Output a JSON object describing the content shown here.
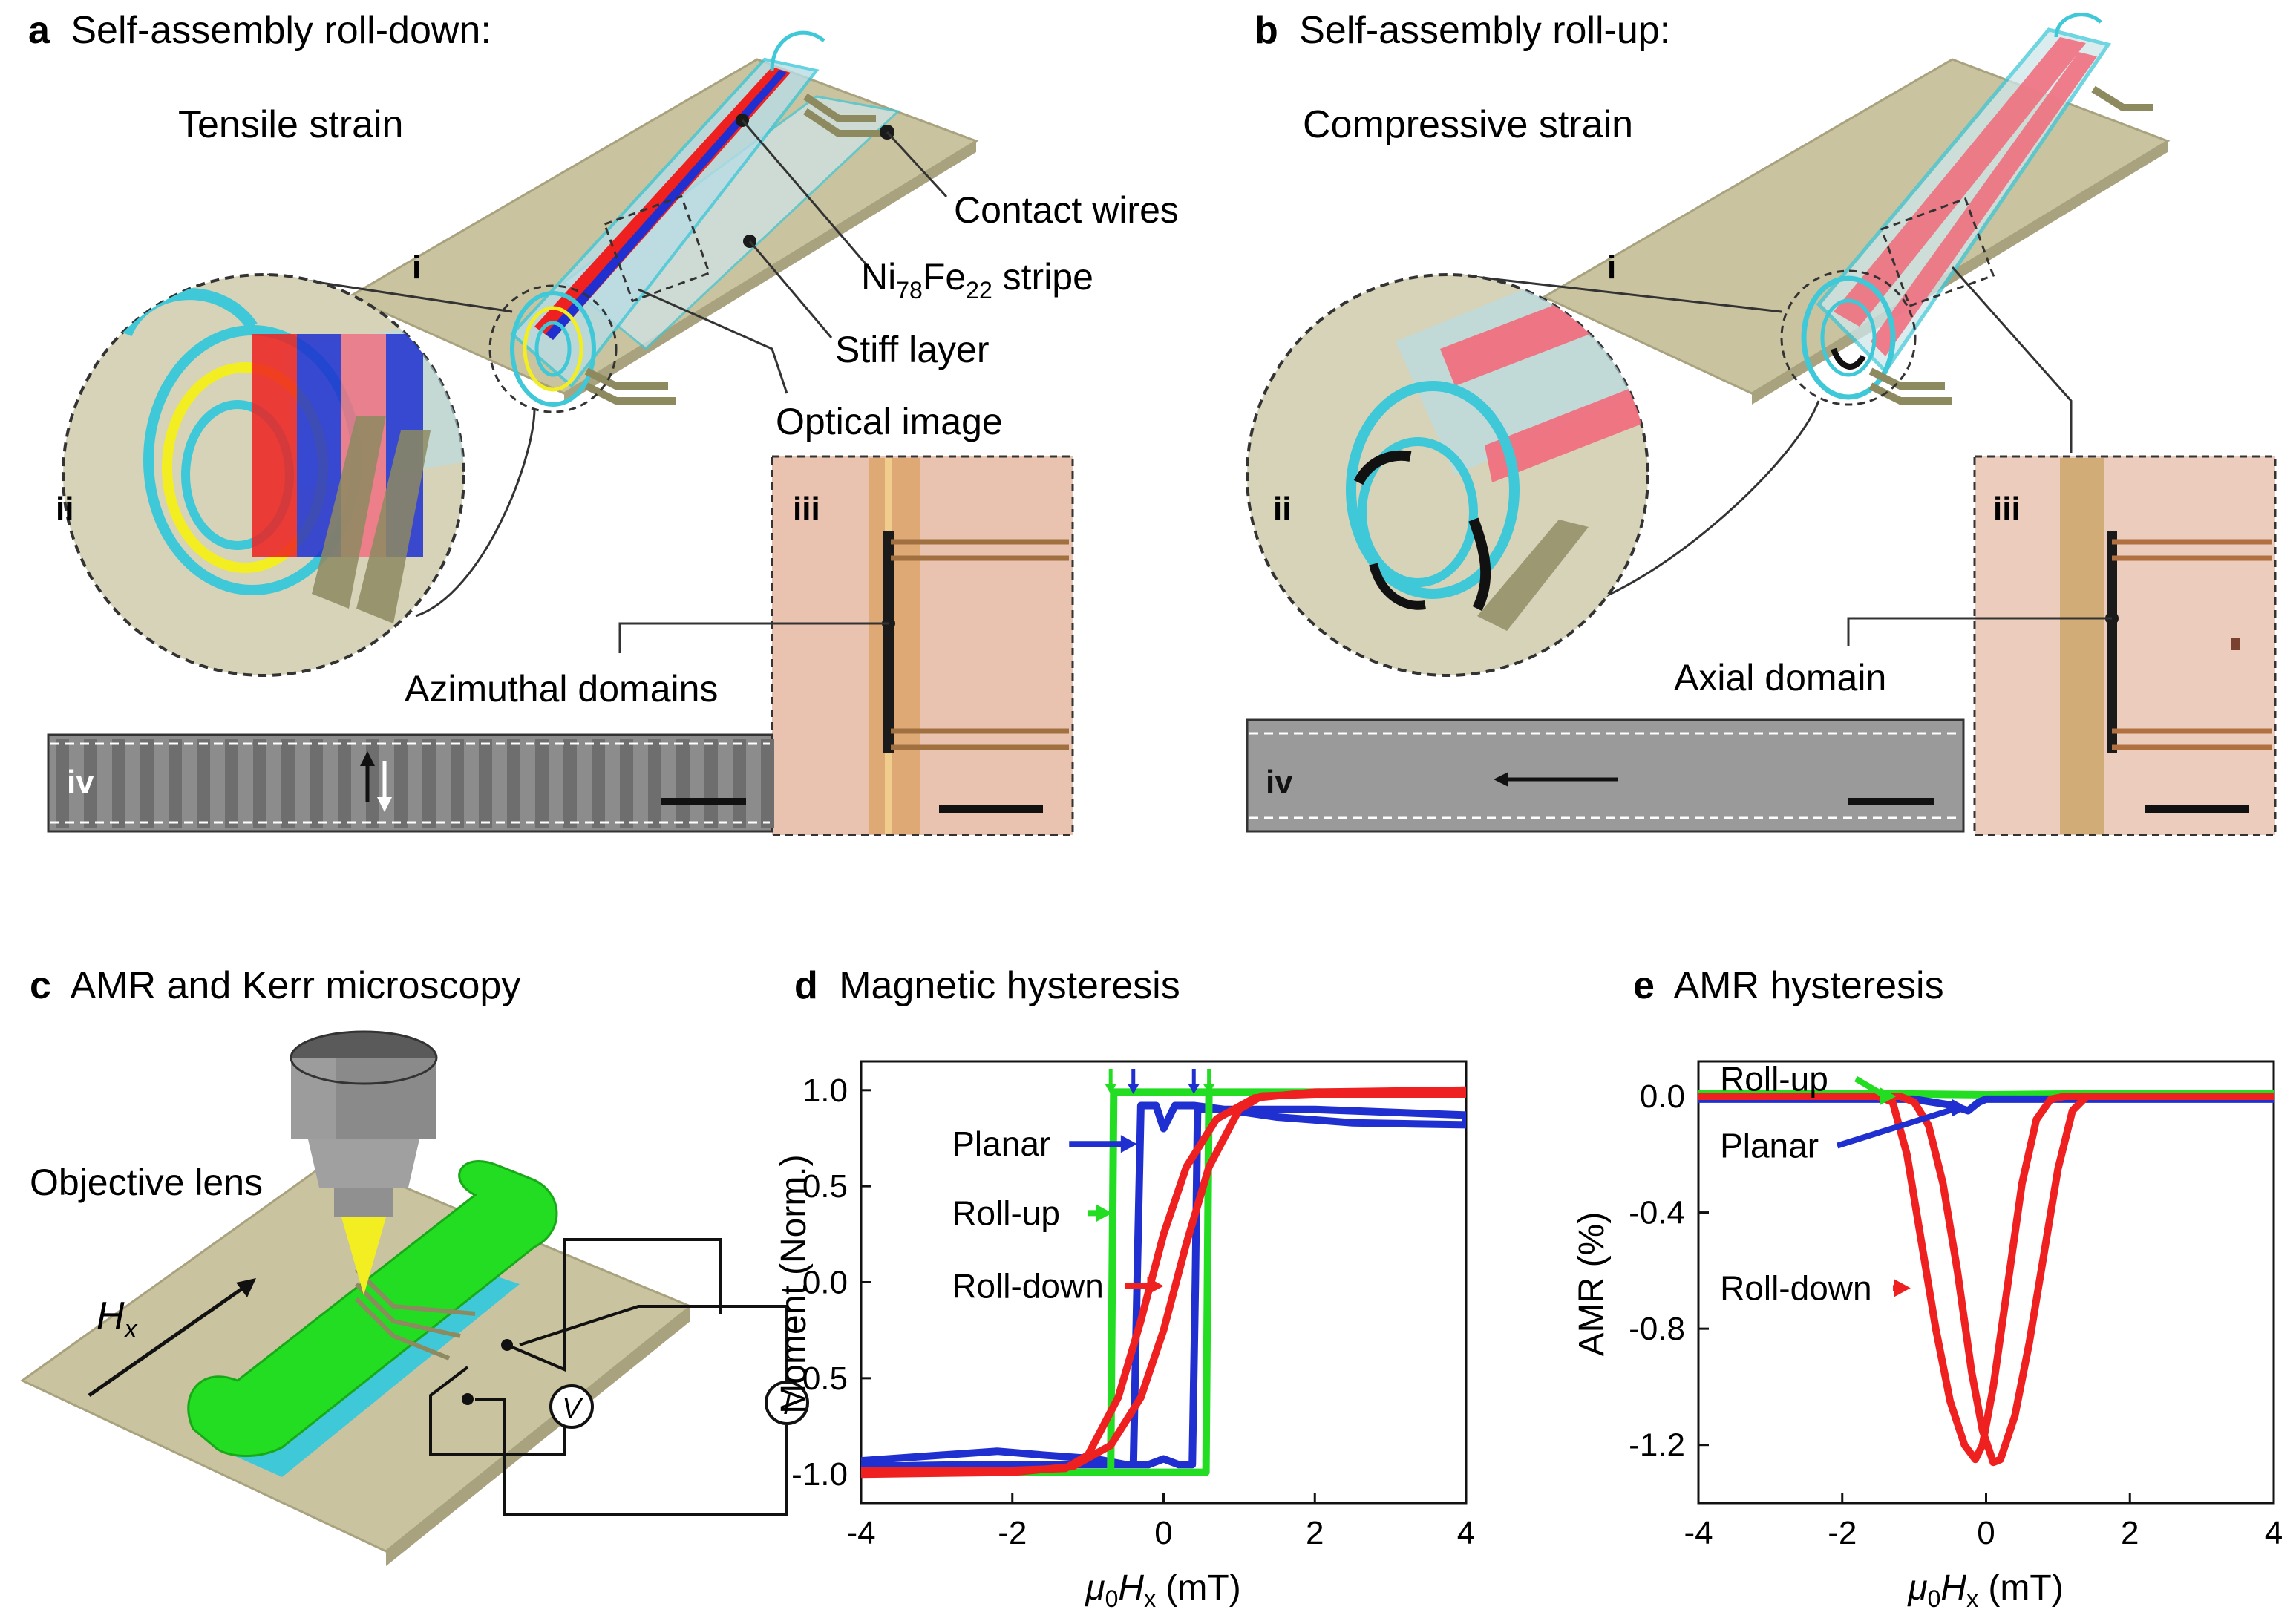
{
  "panel_a": {
    "letter": "a",
    "title_line1": "Self-assembly roll-down:",
    "title_line2": "Tensile strain",
    "sub_i": "i",
    "sub_ii": "ii",
    "sub_iii": "iii",
    "sub_iv": "iv",
    "label_contact": "Contact wires",
    "label_stripe_base": "Ni",
    "label_stripe_sub1": "78",
    "label_stripe_mid": "Fe",
    "label_stripe_sub2": "22",
    "label_stripe_tail": " stripe",
    "label_stiff": "Stiff layer",
    "label_optical": "Optical image",
    "label_domains": "Azimuthal domains"
  },
  "panel_b": {
    "letter": "b",
    "title_line1": "Self-assembly roll-up:",
    "title_line2": "Compressive strain",
    "sub_i": "i",
    "sub_ii": "ii",
    "sub_iii": "iii",
    "sub_iv": "iv",
    "label_domain": "Axial domain"
  },
  "panel_c": {
    "letter": "c",
    "title": "AMR and Kerr microscopy",
    "label_lens": "Objective lens",
    "label_field_main": "H",
    "label_field_sub": "x",
    "label_v": "V",
    "label_i": "I"
  },
  "colors": {
    "substrate": "#c9c3a0",
    "cyan": "#3ec8d8",
    "red": "#ee2020",
    "blue": "#1f2fd0",
    "green": "#22dd22",
    "pink": "#f07080",
    "yellow": "#f2ee22",
    "optical_bg": "#e9c3b0"
  },
  "chart_data": [
    {
      "panel": "d",
      "type": "line",
      "title": "Magnetic hysteresis",
      "xlabel_mu": "μ",
      "xlabel_sub0": "0",
      "xlabel_H": "H",
      "xlabel_subx": "x",
      "xlabel_unit": " (mT)",
      "ylabel": "Moment (Norm.)",
      "xlim": [
        -4,
        4
      ],
      "ylim": [
        -1.15,
        1.15
      ],
      "xticks": [
        -4,
        -2,
        0,
        2,
        4
      ],
      "yticks": [
        1.0,
        0.5,
        0.0,
        -0.5,
        -1.0
      ],
      "ytick_labels": [
        "1.0",
        "0.5",
        "0.0",
        "-0.5",
        "-1.0"
      ],
      "xtick_labels": [
        "-4",
        "-2",
        "0",
        "2",
        "4"
      ],
      "series": [
        {
          "name": "Planar",
          "color": "#1f2fd0",
          "points": [
            [
              -4,
              -0.93
            ],
            [
              -2.2,
              -0.88
            ],
            [
              -1.6,
              -0.9
            ],
            [
              -0.9,
              -0.92
            ],
            [
              -0.5,
              -0.95
            ],
            [
              -0.4,
              -0.95
            ],
            [
              -0.35,
              0.0
            ],
            [
              -0.3,
              0.92
            ],
            [
              -0.1,
              0.92
            ],
            [
              0.0,
              0.8
            ],
            [
              0.15,
              0.92
            ],
            [
              0.4,
              0.92
            ],
            [
              0.8,
              0.9
            ],
            [
              1.5,
              0.86
            ],
            [
              2.5,
              0.83
            ],
            [
              4,
              0.82
            ],
            [
              4,
              0.87
            ],
            [
              2,
              0.9
            ],
            [
              0.6,
              0.9
            ],
            [
              0.45,
              0.9
            ],
            [
              0.42,
              0.0
            ],
            [
              0.38,
              -0.95
            ],
            [
              0.2,
              -0.95
            ],
            [
              0.0,
              -0.92
            ],
            [
              -0.2,
              -0.95
            ],
            [
              -1,
              -0.95
            ],
            [
              -2.5,
              -0.95
            ],
            [
              -4,
              -0.96
            ]
          ]
        },
        {
          "name": "Roll-up",
          "color": "#22dd22",
          "points": [
            [
              -4,
              -0.99
            ],
            [
              -1,
              -0.99
            ],
            [
              -0.7,
              -0.99
            ],
            [
              -0.68,
              0.0
            ],
            [
              -0.66,
              0.99
            ],
            [
              0.2,
              0.99
            ],
            [
              0.55,
              0.99
            ],
            [
              1,
              0.99
            ],
            [
              4,
              0.99
            ],
            [
              0.6,
              0.99
            ],
            [
              0.58,
              0.0
            ],
            [
              0.56,
              -0.99
            ],
            [
              -0.5,
              -0.99
            ],
            [
              -4,
              -0.99
            ]
          ]
        },
        {
          "name": "Roll-down",
          "color": "#ee2020",
          "points": [
            [
              -4,
              -0.98
            ],
            [
              -2,
              -0.98
            ],
            [
              -1.3,
              -0.97
            ],
            [
              -1.0,
              -0.9
            ],
            [
              -0.6,
              -0.6
            ],
            [
              -0.3,
              -0.2
            ],
            [
              0.0,
              0.25
            ],
            [
              0.3,
              0.6
            ],
            [
              0.7,
              0.85
            ],
            [
              1.2,
              0.96
            ],
            [
              2,
              0.99
            ],
            [
              4,
              1.0
            ],
            [
              4,
              0.98
            ],
            [
              2,
              0.98
            ],
            [
              1.3,
              0.97
            ],
            [
              1.0,
              0.9
            ],
            [
              0.6,
              0.6
            ],
            [
              0.3,
              0.2
            ],
            [
              0.0,
              -0.25
            ],
            [
              -0.3,
              -0.6
            ],
            [
              -0.7,
              -0.85
            ],
            [
              -1.2,
              -0.96
            ],
            [
              -2,
              -0.99
            ],
            [
              -4,
              -1.0
            ]
          ]
        }
      ],
      "annotations": [
        {
          "text": "Planar",
          "x": -2.8,
          "y": 0.72,
          "arrow_to": [
            -0.35,
            0.72
          ],
          "color": "#1f2fd0"
        },
        {
          "text": "Roll-up",
          "x": -2.8,
          "y": 0.36,
          "arrow_to": [
            -0.68,
            0.36
          ],
          "color": "#22dd22"
        },
        {
          "text": "Roll-down",
          "x": -2.8,
          "y": -0.02,
          "arrow_to": [
            0.0,
            -0.02
          ],
          "color": "#ee2020"
        }
      ],
      "marker_arrows": [
        {
          "x": -0.7,
          "color": "#22dd22"
        },
        {
          "x": -0.4,
          "color": "#1f2fd0"
        },
        {
          "x": 0.4,
          "color": "#1f2fd0"
        },
        {
          "x": 0.6,
          "color": "#22dd22"
        }
      ]
    },
    {
      "panel": "e",
      "type": "line",
      "title": "AMR hysteresis",
      "xlabel_mu": "μ",
      "xlabel_sub0": "0",
      "xlabel_H": "H",
      "xlabel_subx": "x",
      "xlabel_unit": " (mT)",
      "ylabel": "AMR (%)",
      "xlim": [
        -4,
        4
      ],
      "ylim": [
        -1.4,
        0.12
      ],
      "xticks": [
        -4,
        -2,
        0,
        2,
        4
      ],
      "yticks": [
        0.0,
        -0.4,
        -0.8,
        -1.2
      ],
      "ytick_labels": [
        "0.0",
        "-0.4",
        "-0.8",
        "-1.2"
      ],
      "xtick_labels": [
        "-4",
        "-2",
        "0",
        "2",
        "4"
      ],
      "series": [
        {
          "name": "Roll-up",
          "color": "#22dd22",
          "points": [
            [
              -4,
              0.01
            ],
            [
              -2,
              0.01
            ],
            [
              0,
              0.005
            ],
            [
              2,
              0.01
            ],
            [
              4,
              0.01
            ]
          ]
        },
        {
          "name": "Planar",
          "color": "#1f2fd0",
          "points": [
            [
              -4,
              -0.01
            ],
            [
              -1,
              -0.01
            ],
            [
              -0.5,
              -0.03
            ],
            [
              -0.25,
              -0.05
            ],
            [
              -0.1,
              -0.02
            ],
            [
              0,
              -0.01
            ],
            [
              4,
              -0.01
            ]
          ]
        },
        {
          "name": "Roll-down",
          "color": "#ee2020",
          "points": [
            [
              -4,
              0.0
            ],
            [
              -1.5,
              0.0
            ],
            [
              -1.3,
              -0.02
            ],
            [
              -1.1,
              -0.2
            ],
            [
              -0.9,
              -0.5
            ],
            [
              -0.7,
              -0.8
            ],
            [
              -0.5,
              -1.05
            ],
            [
              -0.3,
              -1.2
            ],
            [
              -0.15,
              -1.25
            ],
            [
              -0.05,
              -1.2
            ],
            [
              0.1,
              -1.0
            ],
            [
              0.3,
              -0.65
            ],
            [
              0.5,
              -0.3
            ],
            [
              0.7,
              -0.08
            ],
            [
              0.9,
              -0.01
            ],
            [
              1.1,
              0.0
            ],
            [
              4,
              0.0
            ],
            [
              1.4,
              0.0
            ],
            [
              1.2,
              -0.05
            ],
            [
              1.0,
              -0.25
            ],
            [
              0.8,
              -0.55
            ],
            [
              0.6,
              -0.85
            ],
            [
              0.4,
              -1.1
            ],
            [
              0.2,
              -1.25
            ],
            [
              0.1,
              -1.26
            ],
            [
              -0.05,
              -1.15
            ],
            [
              -0.2,
              -0.95
            ],
            [
              -0.4,
              -0.6
            ],
            [
              -0.6,
              -0.3
            ],
            [
              -0.8,
              -0.1
            ],
            [
              -1.0,
              -0.02
            ],
            [
              -1.2,
              0.0
            ],
            [
              -4,
              0.0
            ]
          ]
        }
      ],
      "annotations": [
        {
          "text": "Roll-up",
          "x": -3.7,
          "y": 0.06,
          "arrow_to": [
            -1.25,
            0.0
          ],
          "color": "#22dd22"
        },
        {
          "text": "Planar",
          "x": -3.7,
          "y": -0.17,
          "arrow_to": [
            -0.25,
            -0.04
          ],
          "color": "#1f2fd0"
        },
        {
          "text": "Roll-down",
          "x": -3.7,
          "y": -0.66,
          "arrow_to": [
            -1.05,
            -0.66
          ],
          "color": "#ee2020"
        }
      ]
    }
  ]
}
